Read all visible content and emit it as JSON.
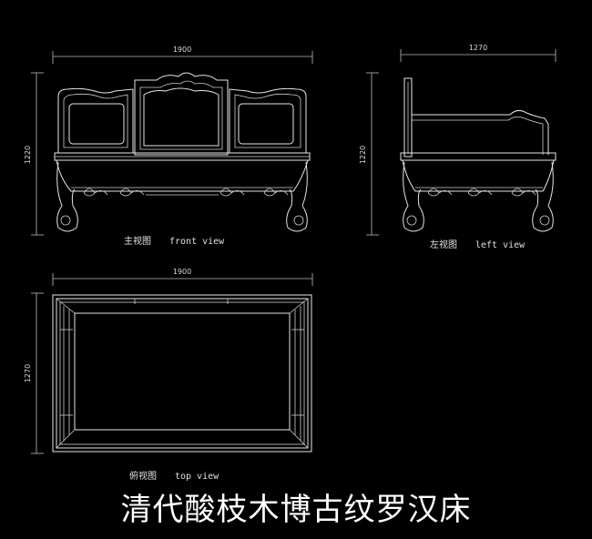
{
  "title": "清代酸枝木博古纹罗汉床",
  "views": {
    "front": {
      "caption_cn": "主视图",
      "caption_en": "front view",
      "width_dim": "1900",
      "height_dim": "1220"
    },
    "left": {
      "caption_cn": "左视图",
      "caption_en": "left view",
      "width_dim": "1270",
      "height_dim": "1220"
    },
    "top": {
      "caption_cn": "俯视图",
      "caption_en": "top view",
      "width_dim": "1900",
      "height_dim": "1270"
    }
  },
  "colors": {
    "background": "#000000",
    "lines": "#e6e6e6"
  }
}
